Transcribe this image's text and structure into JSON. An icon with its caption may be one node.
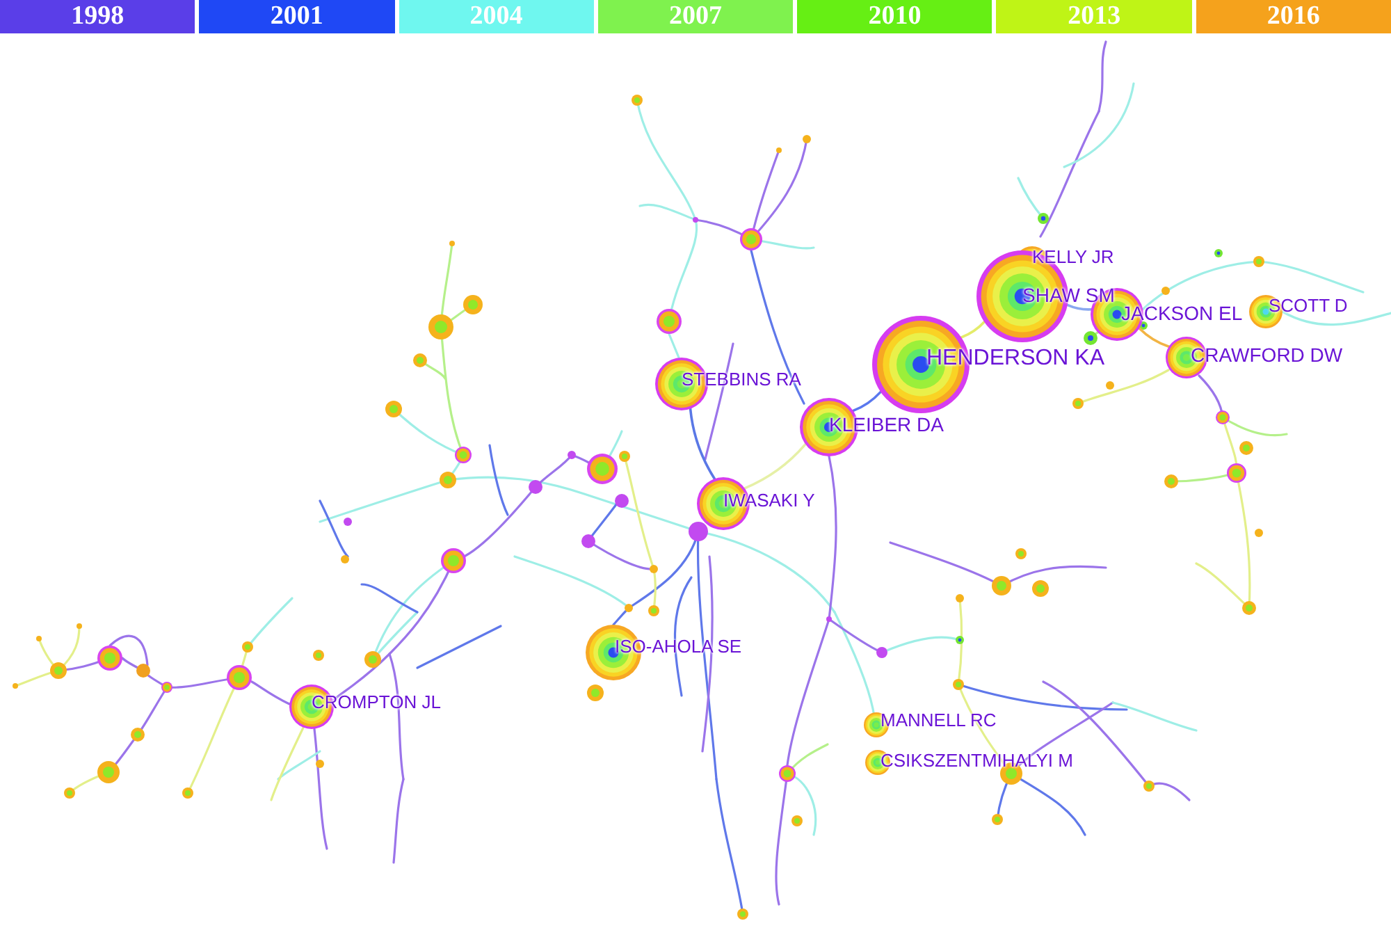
{
  "diagram": {
    "nodes": [
      {
        "text": [
          "KELLY JR"
        ]
      },
      {
        "text": [
          "SHAW SM"
        ]
      },
      {
        "text": [
          "JACKSON EL"
        ]
      },
      {
        "text": [
          "SCOTT D"
        ]
      },
      {
        "text": [
          "HENDERSON KA"
        ]
      },
      {
        "text": [
          "CRAWFORD DW"
        ]
      },
      {
        "text": [
          "STEBBINS RA"
        ]
      },
      {
        "text": [
          "KLEIBER DA"
        ]
      },
      {
        "text": [
          "IWASAKI Y"
        ]
      },
      {
        "text": [
          "ISO-AHOLA SE"
        ]
      },
      {
        "text": [
          "CROMPTON JL"
        ]
      },
      {
        "text": [
          "MANNELL RC"
        ]
      },
      {
        "text": [
          "CSIKSZENTMIHALYI M"
        ]
      }
    ],
    "edges": [
      {
        "from": 7,
        "to": 4,
        "arrow": "none",
        "color": "#5a78ee"
      },
      {
        "from": 4,
        "to": 1,
        "arrow": "none",
        "color": "#e4ec6a"
      },
      {
        "from": 1,
        "to": 2,
        "arrow": "none",
        "color": "#8aa8f0"
      },
      {
        "from": 2,
        "to": 5,
        "arrow": "none",
        "color": "#f2b444"
      },
      {
        "from": 6,
        "to": 8,
        "arrow": "none",
        "color": "#5a78e6"
      },
      {
        "from": 8,
        "to": 7,
        "arrow": "none",
        "color": "#e6f0a6"
      }
    ],
    "legend": [
      {
        "text": "1998",
        "color": "#5a3ee8"
      },
      {
        "text": "2001",
        "color": "#1f48f5"
      },
      {
        "text": "2004",
        "color": "#6ff7ef"
      },
      {
        "text": "2007",
        "color": "#7ff24e"
      },
      {
        "text": "2010",
        "color": "#66ef14"
      },
      {
        "text": "2013",
        "color": "#bff416"
      },
      {
        "text": "2016",
        "color": "#f5a21c"
      }
    ]
  }
}
